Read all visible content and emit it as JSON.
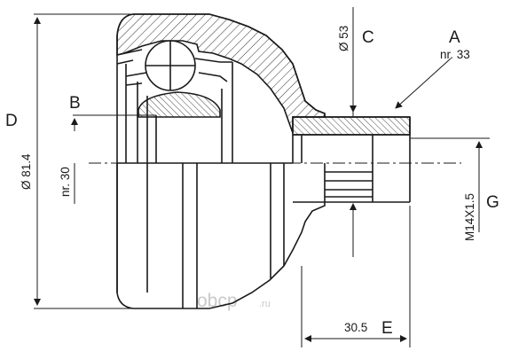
{
  "labels": {
    "A": "A",
    "B": "B",
    "C": "C",
    "D": "D",
    "E": "E",
    "G": "G"
  },
  "dimensions": {
    "a_note": "nr. 33",
    "b_note": "nr. 30",
    "c_diameter": "Ø 53",
    "d_diameter": "Ø 81.4",
    "e_length": "30.5",
    "g_thread": "M14X1.5"
  },
  "watermark": {
    "brand": "obcp",
    "domain": ".ru"
  },
  "colors": {
    "line": "#1a1a1a",
    "hatch": "#333333",
    "watermark": "#c9c9c9"
  }
}
